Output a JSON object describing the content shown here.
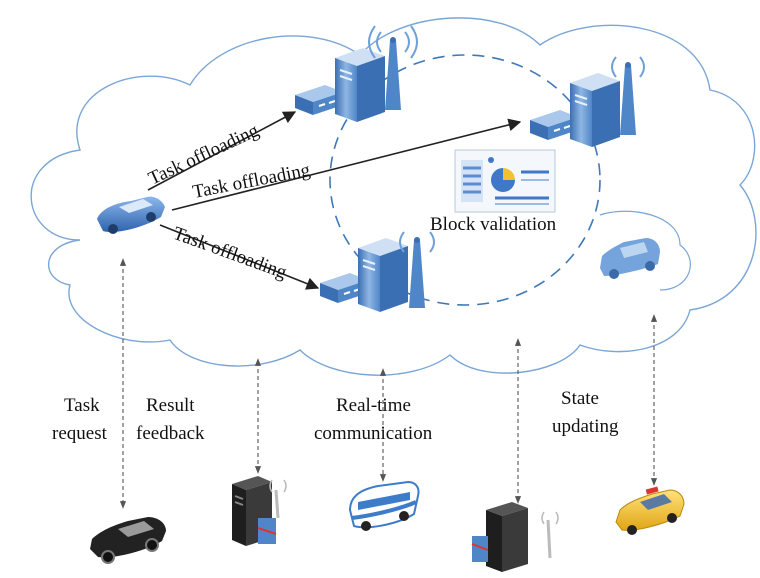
{
  "arrows": [
    {
      "label": "Task offloading"
    },
    {
      "label": "Task offloading"
    },
    {
      "label": "Task offloading"
    }
  ],
  "block_validation": "Block validation",
  "labels": {
    "task_request_1": "Task",
    "task_request_2": "request",
    "result_feedback_1": "Result",
    "result_feedback_2": "feedback",
    "realtime_1": "Real-time",
    "realtime_2": "communication",
    "state_updating_1": "State",
    "state_updating_2": "updating"
  },
  "colors": {
    "cloud_stroke": "#7aa6d6",
    "dashed_circle": "#3f78b8",
    "server_blue": "#4f86c8",
    "server_light": "#b9d3ee",
    "car_blue": "#3e78c6",
    "taxi_yellow": "#f2c12e",
    "bus_blue": "#3d7cc9",
    "dark_server": "#2a2a2a"
  }
}
